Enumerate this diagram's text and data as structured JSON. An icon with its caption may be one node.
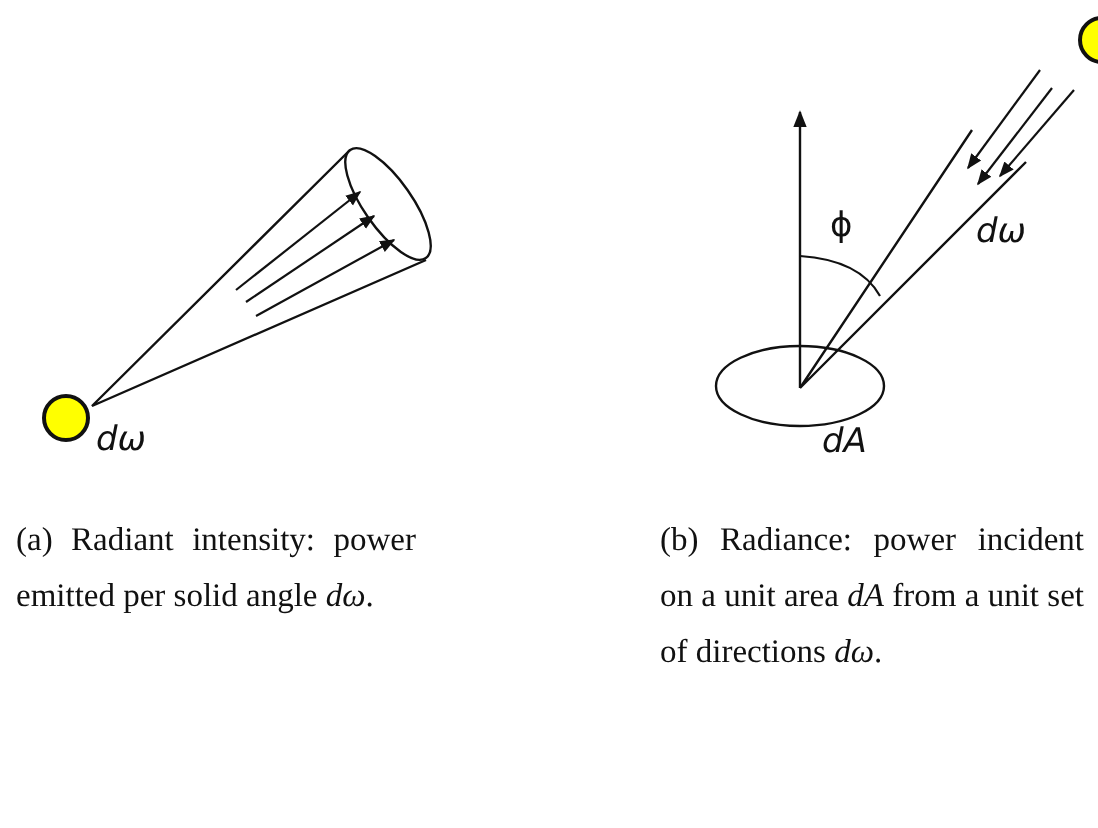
{
  "diagram": {
    "labels": [
      "dω",
      "ϕ",
      "dω",
      "dA",
      "(a) Radiant intensity: power emitted per solid angle *dω*.",
      "(b) Radiance: power incident on a unit area *dA* from a unit set of directions *dω*."
    ]
  }
}
